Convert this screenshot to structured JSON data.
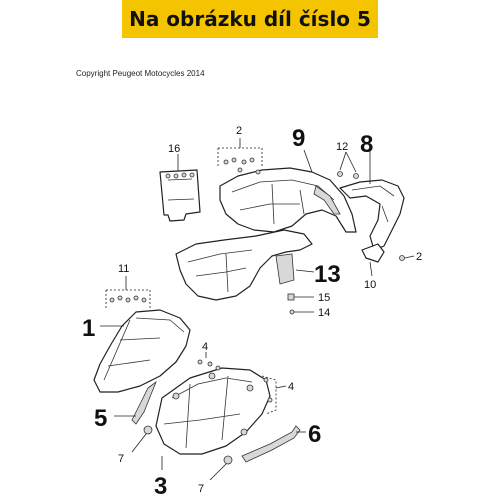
{
  "banner": {
    "text": "Na obrázku díl číslo 5",
    "color": "#f5c400"
  },
  "copyright": "Copyright Peugeot Motocycles 2014",
  "callouts": [
    {
      "id": "1",
      "text": "1"
    },
    {
      "id": "2a",
      "text": "2"
    },
    {
      "id": "2b",
      "text": "2"
    },
    {
      "id": "3",
      "text": "3"
    },
    {
      "id": "4a",
      "text": "4"
    },
    {
      "id": "4b",
      "text": "4"
    },
    {
      "id": "5",
      "text": "5"
    },
    {
      "id": "6",
      "text": "6"
    },
    {
      "id": "7a",
      "text": "7"
    },
    {
      "id": "7b",
      "text": "7"
    },
    {
      "id": "8",
      "text": "8"
    },
    {
      "id": "9",
      "text": "9"
    },
    {
      "id": "10",
      "text": "10"
    },
    {
      "id": "11",
      "text": "11"
    },
    {
      "id": "12",
      "text": "12"
    },
    {
      "id": "13",
      "text": "13"
    },
    {
      "id": "14",
      "text": "14"
    },
    {
      "id": "15",
      "text": "15"
    },
    {
      "id": "16",
      "text": "16"
    }
  ]
}
